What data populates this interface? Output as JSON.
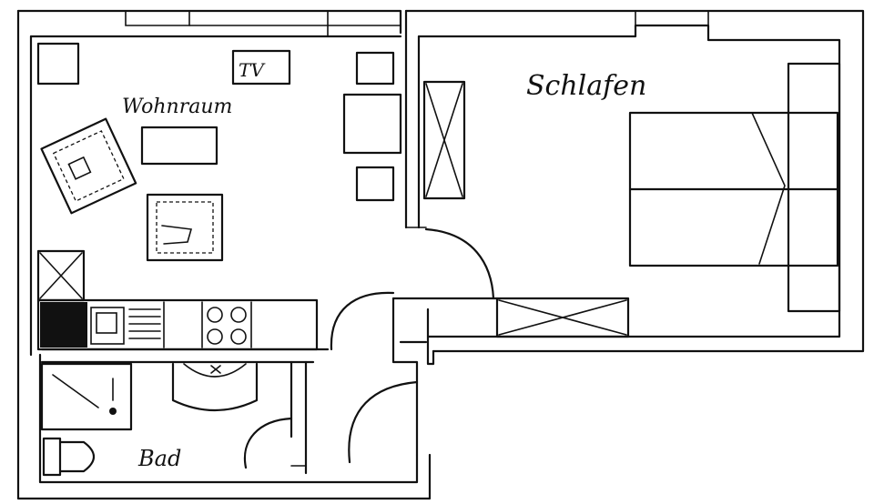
{
  "rooms": {
    "living": "Wohnraum",
    "bedroom": "Schlafen",
    "bath": "Bad"
  },
  "tv_label": "TV"
}
